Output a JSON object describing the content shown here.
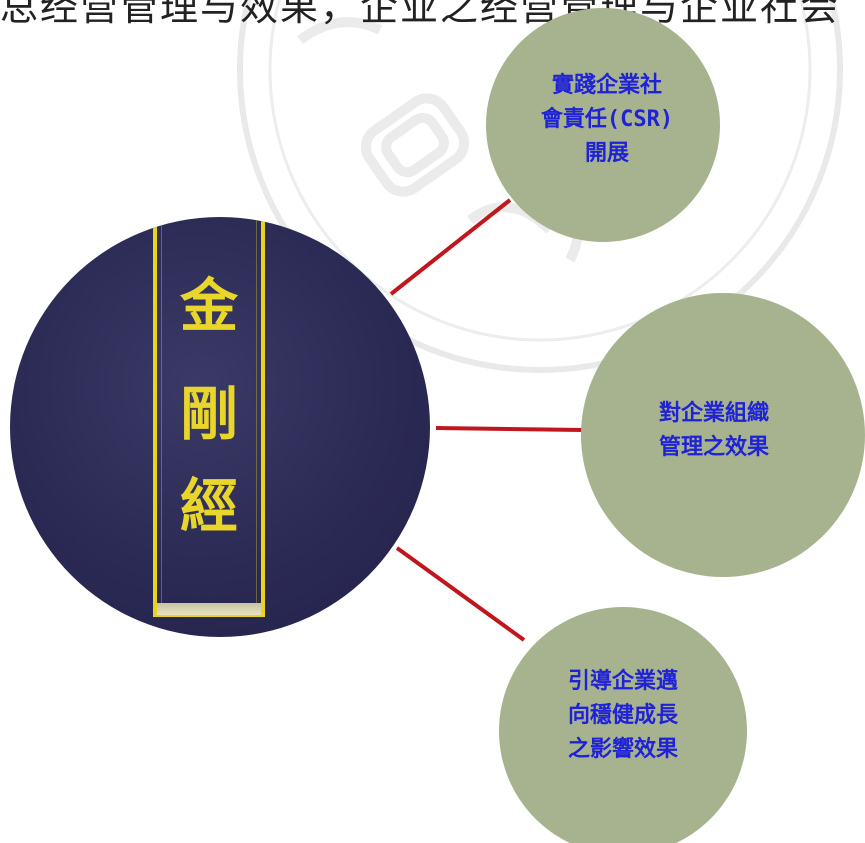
{
  "top_caption": "总经营管理与效果，企业之经营管理与企业社会",
  "center": {
    "book_title_chars": [
      "金",
      "剛",
      "經"
    ]
  },
  "nodes": [
    {
      "id": "csr",
      "label": "實踐企業社\n會責任(CSR)\n開展"
    },
    {
      "id": "management",
      "label": "對企業組織\n管理之效果"
    },
    {
      "id": "growth",
      "label": "引導企業邁\n向穩健成長\n之影響效果"
    }
  ],
  "colors": {
    "node_fill": "#a6b38e",
    "node_text": "#1f22d6",
    "connector": "#c0161e",
    "book_cover": "#2b2a55",
    "book_gold": "#e8d62a"
  }
}
